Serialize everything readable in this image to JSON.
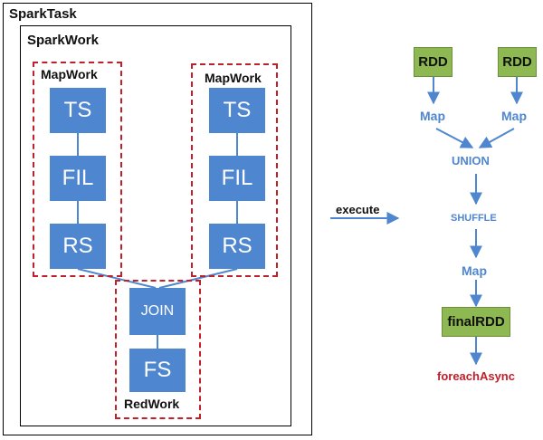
{
  "spark_task": {
    "title": "SparkTask"
  },
  "spark_work": {
    "title": "SparkWork"
  },
  "map_work_left": {
    "title": "MapWork",
    "ops": [
      "TS",
      "FIL",
      "RS"
    ]
  },
  "map_work_right": {
    "title": "MapWork",
    "ops": [
      "TS",
      "FIL",
      "RS"
    ]
  },
  "red_work": {
    "title": "RedWork",
    "ops": [
      "JOIN",
      "FS"
    ]
  },
  "execute_label": "execute",
  "rdd_flow": {
    "rdd_left": "RDD",
    "rdd_right": "RDD",
    "map_left": "Map",
    "map_right": "Map",
    "union": "UNION",
    "shuffle": "SHUFFLE",
    "map": "Map",
    "final_rdd": "finalRDD",
    "foreach": "foreachAsync"
  },
  "colors": {
    "operator_blue": "#4f86d0",
    "rdd_green": "#8db852",
    "dashed_red": "#c0202a",
    "action_red": "#c0202a"
  }
}
